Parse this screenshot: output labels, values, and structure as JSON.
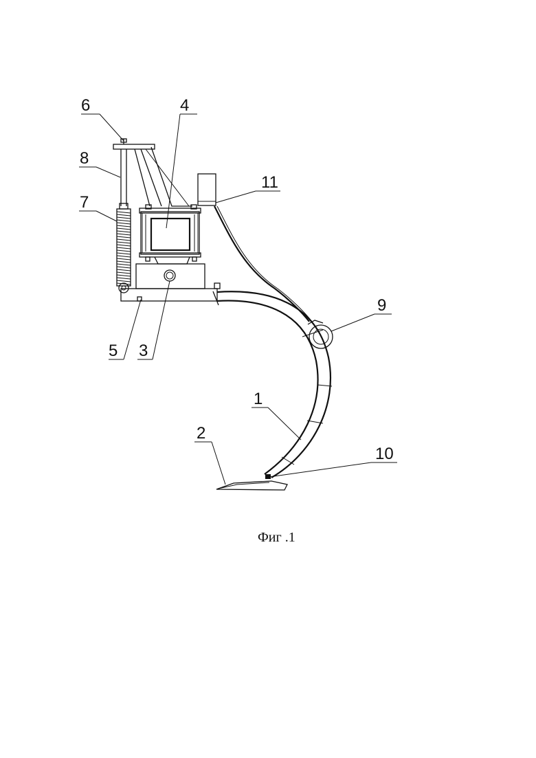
{
  "caption": "Фиг .1",
  "labels": {
    "l1": "1",
    "l2": "2",
    "l3": "3",
    "l4": "4",
    "l5": "5",
    "l6": "6",
    "l7": "7",
    "l8": "8",
    "l9": "9",
    "l10": "10",
    "l11": "11"
  }
}
